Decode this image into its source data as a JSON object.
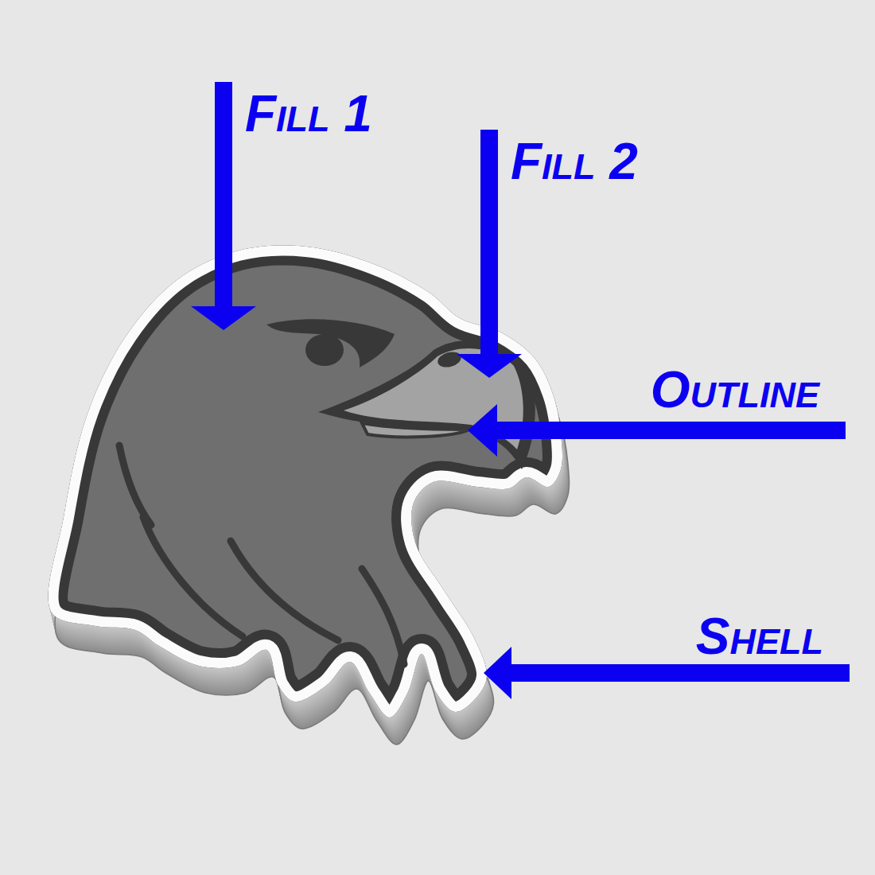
{
  "diagram": {
    "labels": [
      "Fill 1",
      "Fill 2",
      "Outline",
      "Shell"
    ]
  }
}
